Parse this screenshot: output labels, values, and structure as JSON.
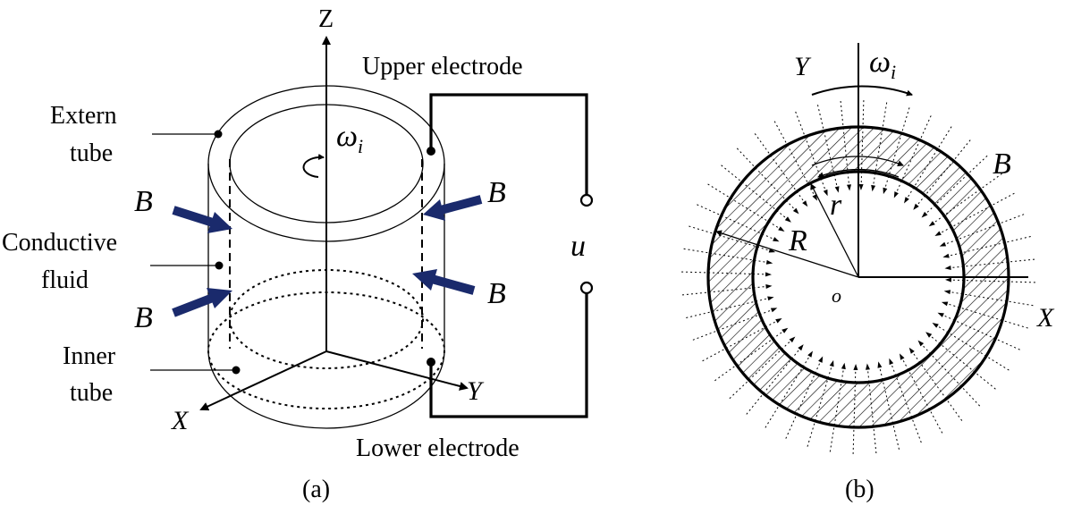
{
  "diagram": {
    "panel_a": {
      "axis_z": "Z",
      "axis_x": "X",
      "axis_y": "Y",
      "omega": "ω",
      "omega_sub": "i",
      "upper_electrode": "Upper electrode",
      "lower_electrode": "Lower electrode",
      "extern_tube_line1": "Extern",
      "extern_tube_line2": "tube",
      "conductive_fluid_line1": "Conductive",
      "conductive_fluid_line2": "fluid",
      "inner_tube_line1": "Inner",
      "inner_tube_line2": "tube",
      "field_label": "B",
      "voltage_label": "u",
      "caption": "(a)"
    },
    "panel_b": {
      "axis_y": "Y",
      "axis_x": "X",
      "omega": "ω",
      "omega_sub": "i",
      "field_label": "B",
      "outer_radius_label": "R",
      "inner_radius_label": "r",
      "origin_label": "o",
      "caption": "(b)"
    },
    "colors": {
      "arrow": "#1a2a6c",
      "line": "#000000"
    }
  }
}
